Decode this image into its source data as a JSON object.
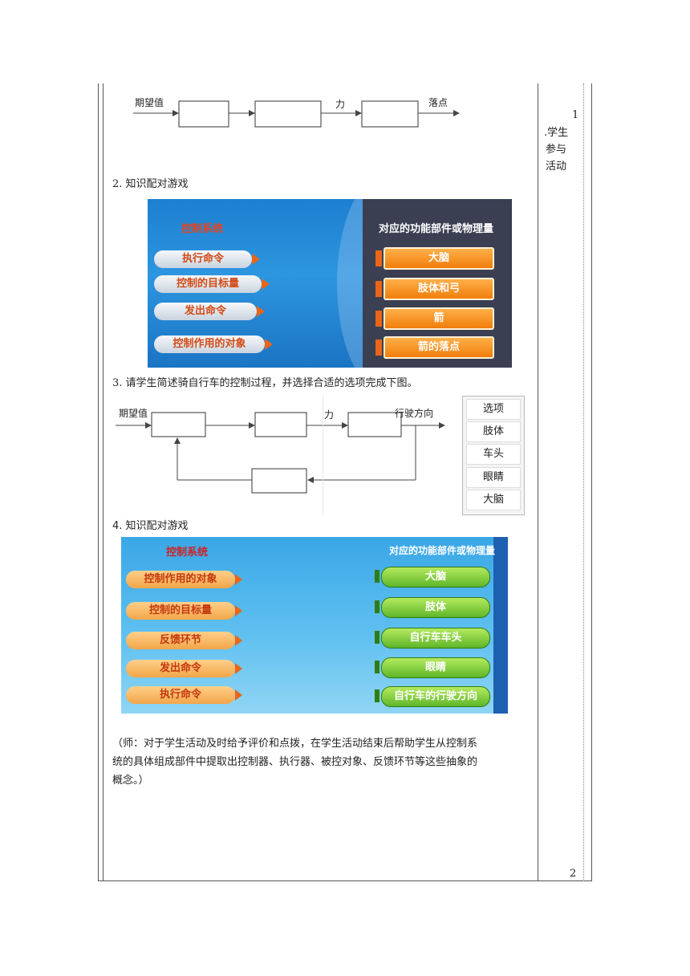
{
  "side_column": {
    "num_top": "1",
    "text": ".学生参与活动",
    "line1": ".学生",
    "line2": "参与",
    "line3": "活动",
    "page_num": "2"
  },
  "diagram1": {
    "input": "期望值",
    "mid": "力",
    "output": "落点"
  },
  "section2": {
    "heading": "2. 知识配对游戏"
  },
  "game1": {
    "left_title": "控制系统",
    "right_title": "对应的功能部件或物理量",
    "left_items": [
      "执行命令",
      "控制的目标量",
      "发出命令",
      "控制作用的对象"
    ],
    "right_items": [
      "大脑",
      "肢体和弓",
      "箭",
      "箭的落点"
    ]
  },
  "section3": {
    "heading": "3.  请学生简述骑自行车的控制过程，并选择合适的选项完成下图。"
  },
  "diagram2": {
    "input": "期望值",
    "mid": "力",
    "output": "行驶方向"
  },
  "options": [
    "选项",
    "肢体",
    "车头",
    "眼睛",
    "大脑"
  ],
  "section4": {
    "heading": "4.  知识配对游戏"
  },
  "game2": {
    "left_title": "控制系统",
    "right_title": "对应的功能部件或物理量",
    "left_items": [
      "控制作用的对象",
      "控制的目标量",
      "反馈环节",
      "发出命令",
      "执行命令"
    ],
    "right_items": [
      "大脑",
      "肢体",
      "自行车车头",
      "眼睛",
      "自行车的行驶方向"
    ]
  },
  "note": {
    "line1": "（师：对于学生活动及时给予评价和点拨，在学生活动结束后帮助学生从控制系",
    "line2": "统的具体组成部件中提取出控制器、执行器、被控对象、反馈环节等这些抽象的",
    "line3": "概念。）"
  },
  "colors": {
    "game1_bg": "#2d96e0",
    "game1_panel": "#3a3f52",
    "orange": "#f07d0a",
    "game2_bg": "#5fc0f0",
    "green": "#5fb62a"
  }
}
